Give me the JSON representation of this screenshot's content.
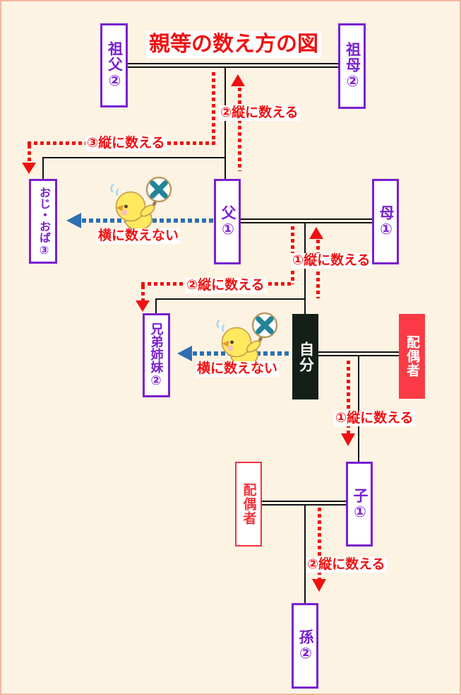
{
  "title": "親等の数え方の図",
  "people": [
    {
      "id": "grandfather",
      "label": "祖父②"
    },
    {
      "id": "grandmother",
      "label": "祖母②"
    },
    {
      "id": "uncle-aunt",
      "label": "おじ・おば③"
    },
    {
      "id": "father",
      "label": "父①"
    },
    {
      "id": "mother",
      "label": "母①"
    },
    {
      "id": "siblings",
      "label": "兄弟姉妹②"
    },
    {
      "id": "self",
      "label": "自分"
    },
    {
      "id": "spouse-of-self",
      "label": "配偶者"
    },
    {
      "id": "spouse-of-child",
      "label": "配偶者"
    },
    {
      "id": "child",
      "label": "子①"
    },
    {
      "id": "grandchild",
      "label": "孫②"
    }
  ],
  "count_labels": {
    "to_grandparents": "②縦に数える",
    "to_uncle_aunt": "③縦に数える",
    "to_parents": "①縦に数える",
    "to_siblings": "②縦に数える",
    "to_child": "①縦に数える",
    "to_grandchild": "②縦に数える"
  },
  "no_count_labels": {
    "father_side": "横に数えない",
    "self_side": "横に数えない"
  },
  "mascot": "chick-holding-x-sign",
  "colors": {
    "background": "#fdf3e3",
    "frame": "#f3b7a4",
    "box_purple": "#7a1fd0",
    "label_red": "#ee1111",
    "line_black": "#111111",
    "self_box_fill": "#141f1a",
    "spouse_box_fill": "#fa3b45",
    "spouse_outline_red": "#f5333d",
    "no_count_blue": "#2d6fb0",
    "sign_x_teal": "#23849a"
  }
}
